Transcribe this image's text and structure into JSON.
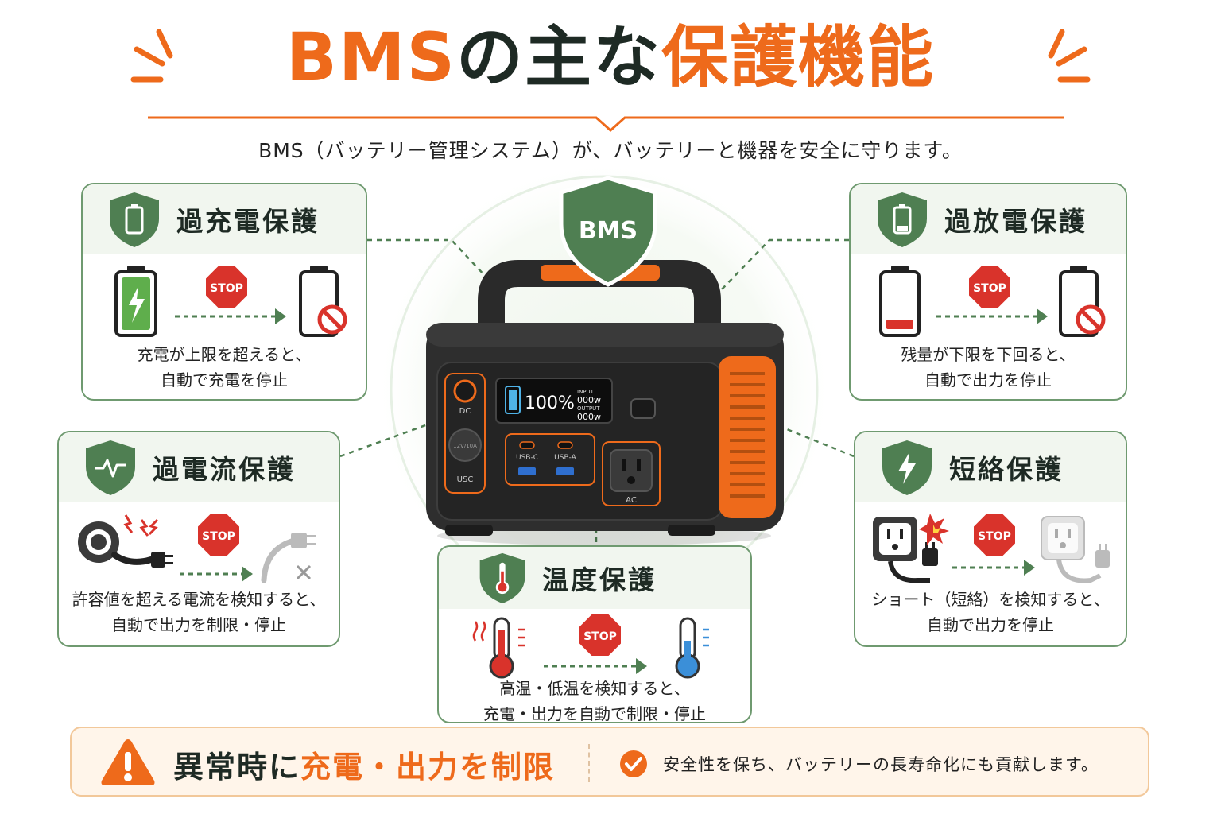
{
  "title": {
    "part1": "BMS",
    "part2": "の主な",
    "part3": "保護機能"
  },
  "subtitle": "BMS（バッテリー管理システム）が、バッテリーと機器を安全に守ります。",
  "colors": {
    "accent": "#ee6a1b",
    "green": "#4f7f52",
    "battery_green": "#5fae4c",
    "stop_red": "#d9332b",
    "dark": "#1e2a24"
  },
  "center": {
    "shield_label": "BMS",
    "device": {
      "dc_label": "DC",
      "usc_label": "USC",
      "socket_label": "12V/10A",
      "usbc_label": "USB-C",
      "usba_label": "USB-A",
      "ac_label": "AC",
      "display_percent": "100%",
      "input_label": "INPUT",
      "input_value": "000w",
      "output_label": "OUTPUT",
      "output_value": "000w"
    }
  },
  "cards": {
    "overcharge": {
      "title": "過充電保護",
      "icon": "battery-full-icon",
      "stop": "STOP",
      "desc1": "充電が上限を超えると、",
      "desc2": "自動で充電を停止"
    },
    "overdischarge": {
      "title": "過放電保護",
      "icon": "battery-low-icon",
      "stop": "STOP",
      "desc1": "残量が下限を下回ると、",
      "desc2": "自動で出力を停止"
    },
    "overcurrent": {
      "title": "過電流保護",
      "icon": "pulse-icon",
      "stop": "STOP",
      "desc1": "許容値を超える電流を検知すると、",
      "desc2": "自動で出力を制限・停止"
    },
    "shortcircuit": {
      "title": "短絡保護",
      "icon": "bolt-icon",
      "stop": "STOP",
      "desc1": "ショート（短絡）を検知すると、",
      "desc2": "自動で出力を停止"
    },
    "temperature": {
      "title": "温度保護",
      "icon": "thermometer-icon",
      "stop": "STOP",
      "desc1": "高温・低温を検知すると、",
      "desc2": "充電・出力を自動で制限・停止"
    }
  },
  "bottom": {
    "warn_part1": "異常時に",
    "warn_part2": "充電・出力を制限",
    "safety_text": "安全性を保ち、バッテリーの長寿命化にも貢献します。"
  }
}
